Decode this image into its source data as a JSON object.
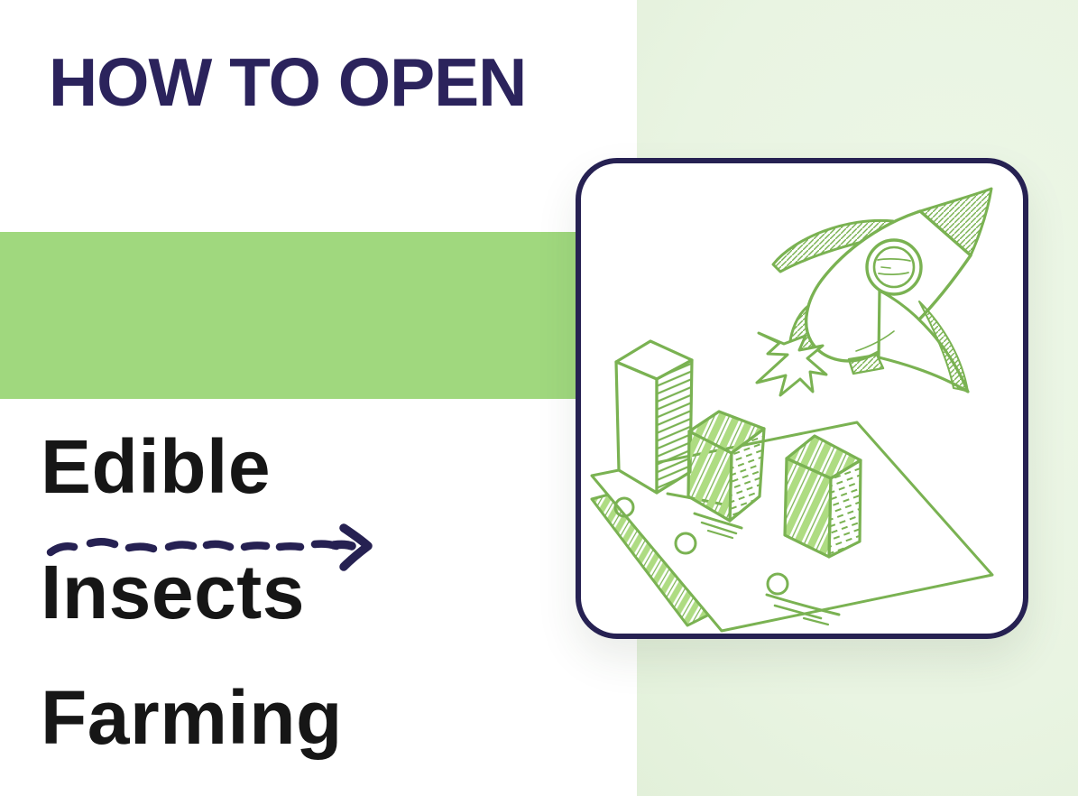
{
  "header": {
    "title": "HOW TO OPEN"
  },
  "headline": {
    "lines": [
      "Edible",
      "Insects",
      "Farming"
    ]
  },
  "band": {
    "icon": "dashed-arrow-right-icon"
  },
  "card": {
    "illustration": "rocket-launching-over-bar-chart-on-banknotes-sketch",
    "icons": [
      "rocket-icon",
      "flame-icon",
      "bar-chart-icon",
      "banknotes-icon"
    ]
  },
  "colors": {
    "background": "#ffffff",
    "accent_green_band": "#a0d87e",
    "pale_green_panel": "#e9f4e2",
    "title_navy": "#2b235c",
    "card_border_navy": "#262152",
    "arrow_navy": "#262152",
    "headline_black": "#161616",
    "sketch_green": "#7ab252",
    "sketch_light_green": "#aedc82"
  }
}
